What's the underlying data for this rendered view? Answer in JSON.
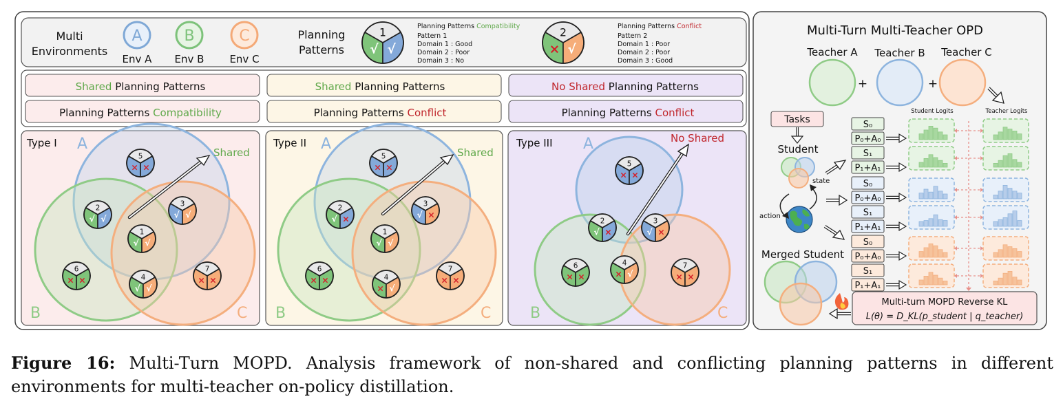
{
  "header": {
    "multi_env_label": [
      "Multi",
      "Environments"
    ],
    "envs": [
      {
        "letter": "A",
        "name": "Env A",
        "color": "#7fa8d6"
      },
      {
        "letter": "B",
        "name": "Env B",
        "color": "#7dc27a"
      },
      {
        "letter": "C",
        "name": "Env C",
        "color": "#f4a977"
      }
    ],
    "planning_label": [
      "Planning",
      "Patterns"
    ],
    "pattern1": {
      "number": "1",
      "title_prefix": "Planning Patterns ",
      "title_word": "Compatibility",
      "lines": [
        "Pattern 1",
        "Domain 1 : Good",
        "Domain 2 : Poor",
        "Domain 3 : No"
      ]
    },
    "pattern2": {
      "number": "2",
      "title_prefix": "Planning Patterns ",
      "title_word": "Conflict",
      "lines": [
        "Pattern 2",
        "Domain 1 : Poor",
        "Domain 2 : Poor",
        "Domain 3 : Good"
      ]
    }
  },
  "columns": [
    {
      "top": {
        "accent": "Shared",
        "rest": " Planning Patterns"
      },
      "bottom": {
        "rest": "Planning Patterns ",
        "accent": "Compatibility"
      },
      "type_label": "Type I",
      "shared_label": "Shared"
    },
    {
      "top": {
        "accent": "Shared",
        "rest": " Planning Patterns"
      },
      "bottom": {
        "rest": "Planning Patterns ",
        "accent": "Conflict"
      },
      "type_label": "Type II",
      "shared_label": "Shared"
    },
    {
      "top": {
        "accent": "No Shared",
        "rest": " Planning Patterns"
      },
      "bottom": {
        "rest": "Planning Patterns ",
        "accent": "Conflict"
      },
      "type_label": "Type III",
      "shared_label": "No Shared"
    }
  ],
  "set_labels": {
    "a": "A",
    "b": "B",
    "c": "C"
  },
  "pattern_numbers": [
    "1",
    "2",
    "3",
    "4",
    "5",
    "6",
    "7"
  ],
  "marks": {
    "check": "√",
    "cross": "×"
  },
  "opd": {
    "title": "Multi-Turn Multi-Teacher OPD",
    "teachers": [
      "Teacher A",
      "Teacher B",
      "Teacher C"
    ],
    "plus": "+",
    "tasks": "Tasks",
    "student": "Student",
    "state": "state",
    "action": "action",
    "merged_student": "Merged Student",
    "student_logits": "Student Logits",
    "teacher_logits": "Teacher Logits",
    "seq_labels": [
      "S₀",
      "P₀+A₀",
      "S₁",
      "P₁+A₁"
    ],
    "loss_title": "Multi-turn MOPD Reverse KL",
    "loss_formula": "L(θ) = D_KL(p_student | q_teacher)"
  },
  "caption": {
    "label": "Figure 16:",
    "text": " Multi-Turn MOPD. Analysis framework of non-shared and conflicting planning patterns in different environments for multi-teacher on-policy distillation."
  }
}
